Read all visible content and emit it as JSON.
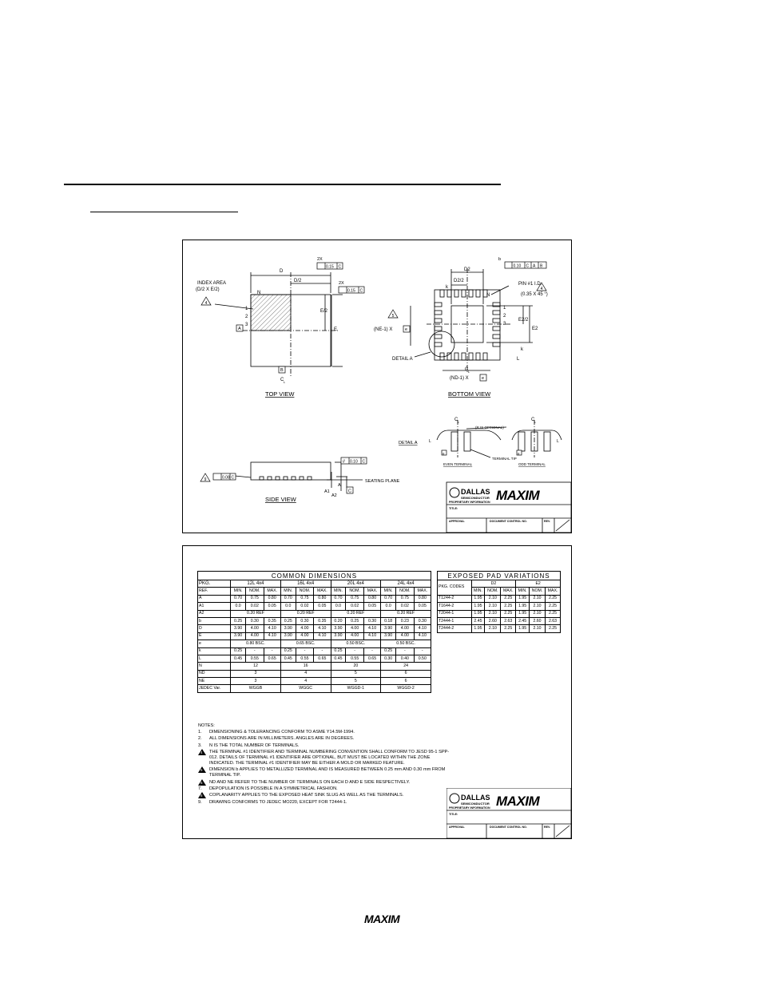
{
  "footer": {
    "brand": "MAXIM"
  },
  "drawing": {
    "top_view": {
      "label": "TOP VIEW",
      "index_area": [
        "INDEX AREA",
        "(D/2 X E/2)"
      ],
      "index_note": "4",
      "dims": {
        "D": "D",
        "D2": "D/2",
        "E": "E",
        "E2": "E/2",
        "N": "N",
        "pins": [
          "1",
          "2",
          "3"
        ],
        "datum_a": "A",
        "datum_b": "B",
        "cl": "C",
        "cl_sub": "L"
      },
      "fcf_top": {
        "mult": "2X",
        "val": "0.15",
        "datum": "C"
      },
      "fcf_side": {
        "mult": "2X",
        "val": "0.15",
        "datum": "C"
      }
    },
    "bottom_view": {
      "label": "BOTTOM VIEW",
      "pin1": [
        "PIN #1 I.D.",
        "(0.35 X 45 °)"
      ],
      "pin1_note": "4",
      "detail": "DETAIL A",
      "ne_label": "(NE-1) X",
      "ne_datum": "e",
      "ne_note": "5",
      "nd_label": "(ND-1) X",
      "nd_datum": "e",
      "dims": {
        "D2": "D2",
        "D22": "D2/2",
        "E2": "E2",
        "E22": "E2/2",
        "k": "k",
        "L": "L",
        "e": "e",
        "b": "b",
        "N": "N",
        "pins": [
          "1",
          "2",
          "3"
        ],
        "cl": "C",
        "cl_sub": "L"
      },
      "fcf": {
        "b": "b",
        "val": "0.10",
        "m": "M",
        "d1": "C",
        "d2": "A",
        "d3": "B"
      }
    },
    "detail_a": {
      "label": "DETAIL A",
      "r_note": "(R IS OPTIONAL)",
      "terminal_tip": "TERMINAL TIP",
      "even": "EVEN TERMINAL",
      "odd": "ODD TERMINAL",
      "e": "e",
      "L": "L",
      "cl": "C",
      "cl_sub": "L"
    },
    "side_view": {
      "label": "SIDE VIEW",
      "note": "9",
      "fcf_copl": {
        "val": "0.08",
        "datum": "C"
      },
      "fcf_par": {
        "sym": "//",
        "val": "0.10",
        "datum": "C"
      },
      "seating": "SEATING PLANE",
      "a": "A",
      "a1": "A1",
      "a2": "A2",
      "datum_c": "C"
    }
  },
  "title_block": {
    "company": "DALLAS",
    "company_sub": "SEMICONDUCTOR",
    "brand": "MAXIM",
    "proprietary": "PROPRIETARY INFORMATION",
    "title_label": "TITLE:",
    "approval": "APPROVAL",
    "doc_ctrl": "DOCUMENT CONTROL NO.",
    "rev": "REV."
  },
  "common_dimensions": {
    "title": "COMMON DIMENSIONS",
    "pkg_label": "PKG.",
    "ref_label": "REF.",
    "packages": [
      "12L 4x4",
      "16L 4x4",
      "20L 4x4",
      "24L 4x4"
    ],
    "col_heads": [
      "MIN.",
      "NOM.",
      "MAX."
    ],
    "rows3": [
      {
        "ref": "A",
        "v": [
          "0.70",
          "0.75",
          "0.80",
          "0.70",
          "0.75",
          "0.80",
          "0.70",
          "0.75",
          "0.80",
          "0.70",
          "0.75",
          "0.80"
        ]
      },
      {
        "ref": "A1",
        "v": [
          "0.0",
          "0.02",
          "0.05",
          "0.0",
          "0.02",
          "0.05",
          "0.0",
          "0.02",
          "0.05",
          "0.0",
          "0.02",
          "0.05"
        ]
      }
    ],
    "a2": {
      "ref": "A2",
      "v": [
        "0.20 REF",
        "0.20 REF",
        "0.20 REF",
        "0.20 REF"
      ]
    },
    "rows3b": [
      {
        "ref": "b",
        "v": [
          "0.25",
          "0.30",
          "0.35",
          "0.25",
          "0.30",
          "0.35",
          "0.20",
          "0.25",
          "0.30",
          "0.18",
          "0.23",
          "0.30"
        ]
      },
      {
        "ref": "D",
        "v": [
          "3.90",
          "4.00",
          "4.10",
          "3.90",
          "4.00",
          "4.10",
          "3.90",
          "4.00",
          "4.10",
          "3.90",
          "4.00",
          "4.10"
        ]
      },
      {
        "ref": "E",
        "v": [
          "3.90",
          "4.00",
          "4.10",
          "3.90",
          "4.00",
          "4.10",
          "3.90",
          "4.00",
          "4.10",
          "3.90",
          "4.00",
          "4.10"
        ]
      }
    ],
    "e": {
      "ref": "e",
      "v": [
        "0.80 BSC.",
        "0.65 BSC.",
        "0.50 BSC.",
        "0.50 BSC."
      ]
    },
    "rows3c": [
      {
        "ref": "k",
        "v": [
          "0.25",
          "-",
          "-",
          "0.25",
          "-",
          "-",
          "0.25",
          "-",
          "-",
          "0.25",
          "-",
          "-"
        ]
      },
      {
        "ref": "L",
        "v": [
          "0.45",
          "0.55",
          "0.65",
          "0.45",
          "0.55",
          "0.65",
          "0.45",
          "0.55",
          "0.65",
          "0.30",
          "0.40",
          "0.50"
        ]
      }
    ],
    "rows1": [
      {
        "ref": "N",
        "v": [
          "12",
          "16",
          "20",
          "24"
        ]
      },
      {
        "ref": "ND",
        "v": [
          "3",
          "4",
          "5",
          "6"
        ]
      },
      {
        "ref": "NE",
        "v": [
          "3",
          "4",
          "5",
          "6"
        ]
      },
      {
        "ref": "JEDEC Var.",
        "v": [
          "WGGB",
          "WGGC",
          "WGGD-1",
          "WGGD-2"
        ]
      }
    ]
  },
  "exposed_pad": {
    "title": "EXPOSED PAD VARIATIONS",
    "pkg_codes": "PKG. CODES",
    "groups": [
      "D2",
      "E2"
    ],
    "col_heads": [
      "MIN.",
      "NOM.",
      "MAX."
    ],
    "rows": [
      {
        "code": "T1244-2",
        "v": [
          "1.95",
          "2.10",
          "2.25",
          "1.95",
          "2.10",
          "2.25"
        ]
      },
      {
        "code": "T1644-2",
        "v": [
          "1.95",
          "2.10",
          "2.25",
          "1.95",
          "2.10",
          "2.25"
        ]
      },
      {
        "code": "T2044-1",
        "v": [
          "1.95",
          "2.10",
          "2.25",
          "1.95",
          "2.10",
          "2.25"
        ]
      },
      {
        "code": "T2444-1",
        "v": [
          "2.45",
          "2.60",
          "2.63",
          "2.45",
          "2.60",
          "2.63"
        ]
      },
      {
        "code": "T2444-2",
        "v": [
          "1.95",
          "2.10",
          "2.25",
          "1.95",
          "2.10",
          "2.25"
        ]
      }
    ]
  },
  "notes": {
    "heading": "NOTES:",
    "items": [
      {
        "num": "1.",
        "tri": false,
        "text": "DIMENSIONING & TOLERANCING CONFORM TO ASME Y14.5M-1994."
      },
      {
        "num": "2.",
        "tri": false,
        "text": "ALL DIMENSIONS ARE IN MILLIMETERS. ANGLES ARE IN DEGREES."
      },
      {
        "num": "3.",
        "tri": false,
        "text": "N IS THE TOTAL NUMBER OF TERMINALS."
      },
      {
        "num": "4",
        "tri": true,
        "text": "THE TERMINAL #1 IDENTIFIER AND TERMINAL NUMBERING CONVENTION SHALL CONFORM TO JESD 95-1 SPP-012. DETAILS OF TERMINAL #1 IDENTIFIER ARE OPTIONAL, BUT MUST BE LOCATED WITHIN THE ZONE INDICATED. THE TERMINAL #1 IDENTIFIER MAY BE EITHER A MOLD OR MARKED FEATURE."
      },
      {
        "num": "5",
        "tri": true,
        "text": "DIMENSION b APPLIES TO METALLIZED TERMINAL AND IS MEASURED BETWEEN 0.25 mm AND 0.30 mm FROM TERMINAL TIP."
      },
      {
        "num": "6",
        "tri": true,
        "text": "ND AND NE REFER TO THE NUMBER OF TERMINALS ON EACH D AND E SIDE RESPECTIVELY."
      },
      {
        "num": "7.",
        "tri": false,
        "text": "DEPOPULATION IS POSSIBLE IN A SYMMETRICAL FASHION."
      },
      {
        "num": "8",
        "tri": true,
        "text": "COPLANARITY APPLIES TO THE EXPOSED HEAT SINK SLUG AS WELL AS THE TERMINALS."
      },
      {
        "num": "9.",
        "tri": false,
        "text": "DRAWING CONFORMS TO JEDEC MO220, EXCEPT FOR T2444-1."
      }
    ]
  }
}
